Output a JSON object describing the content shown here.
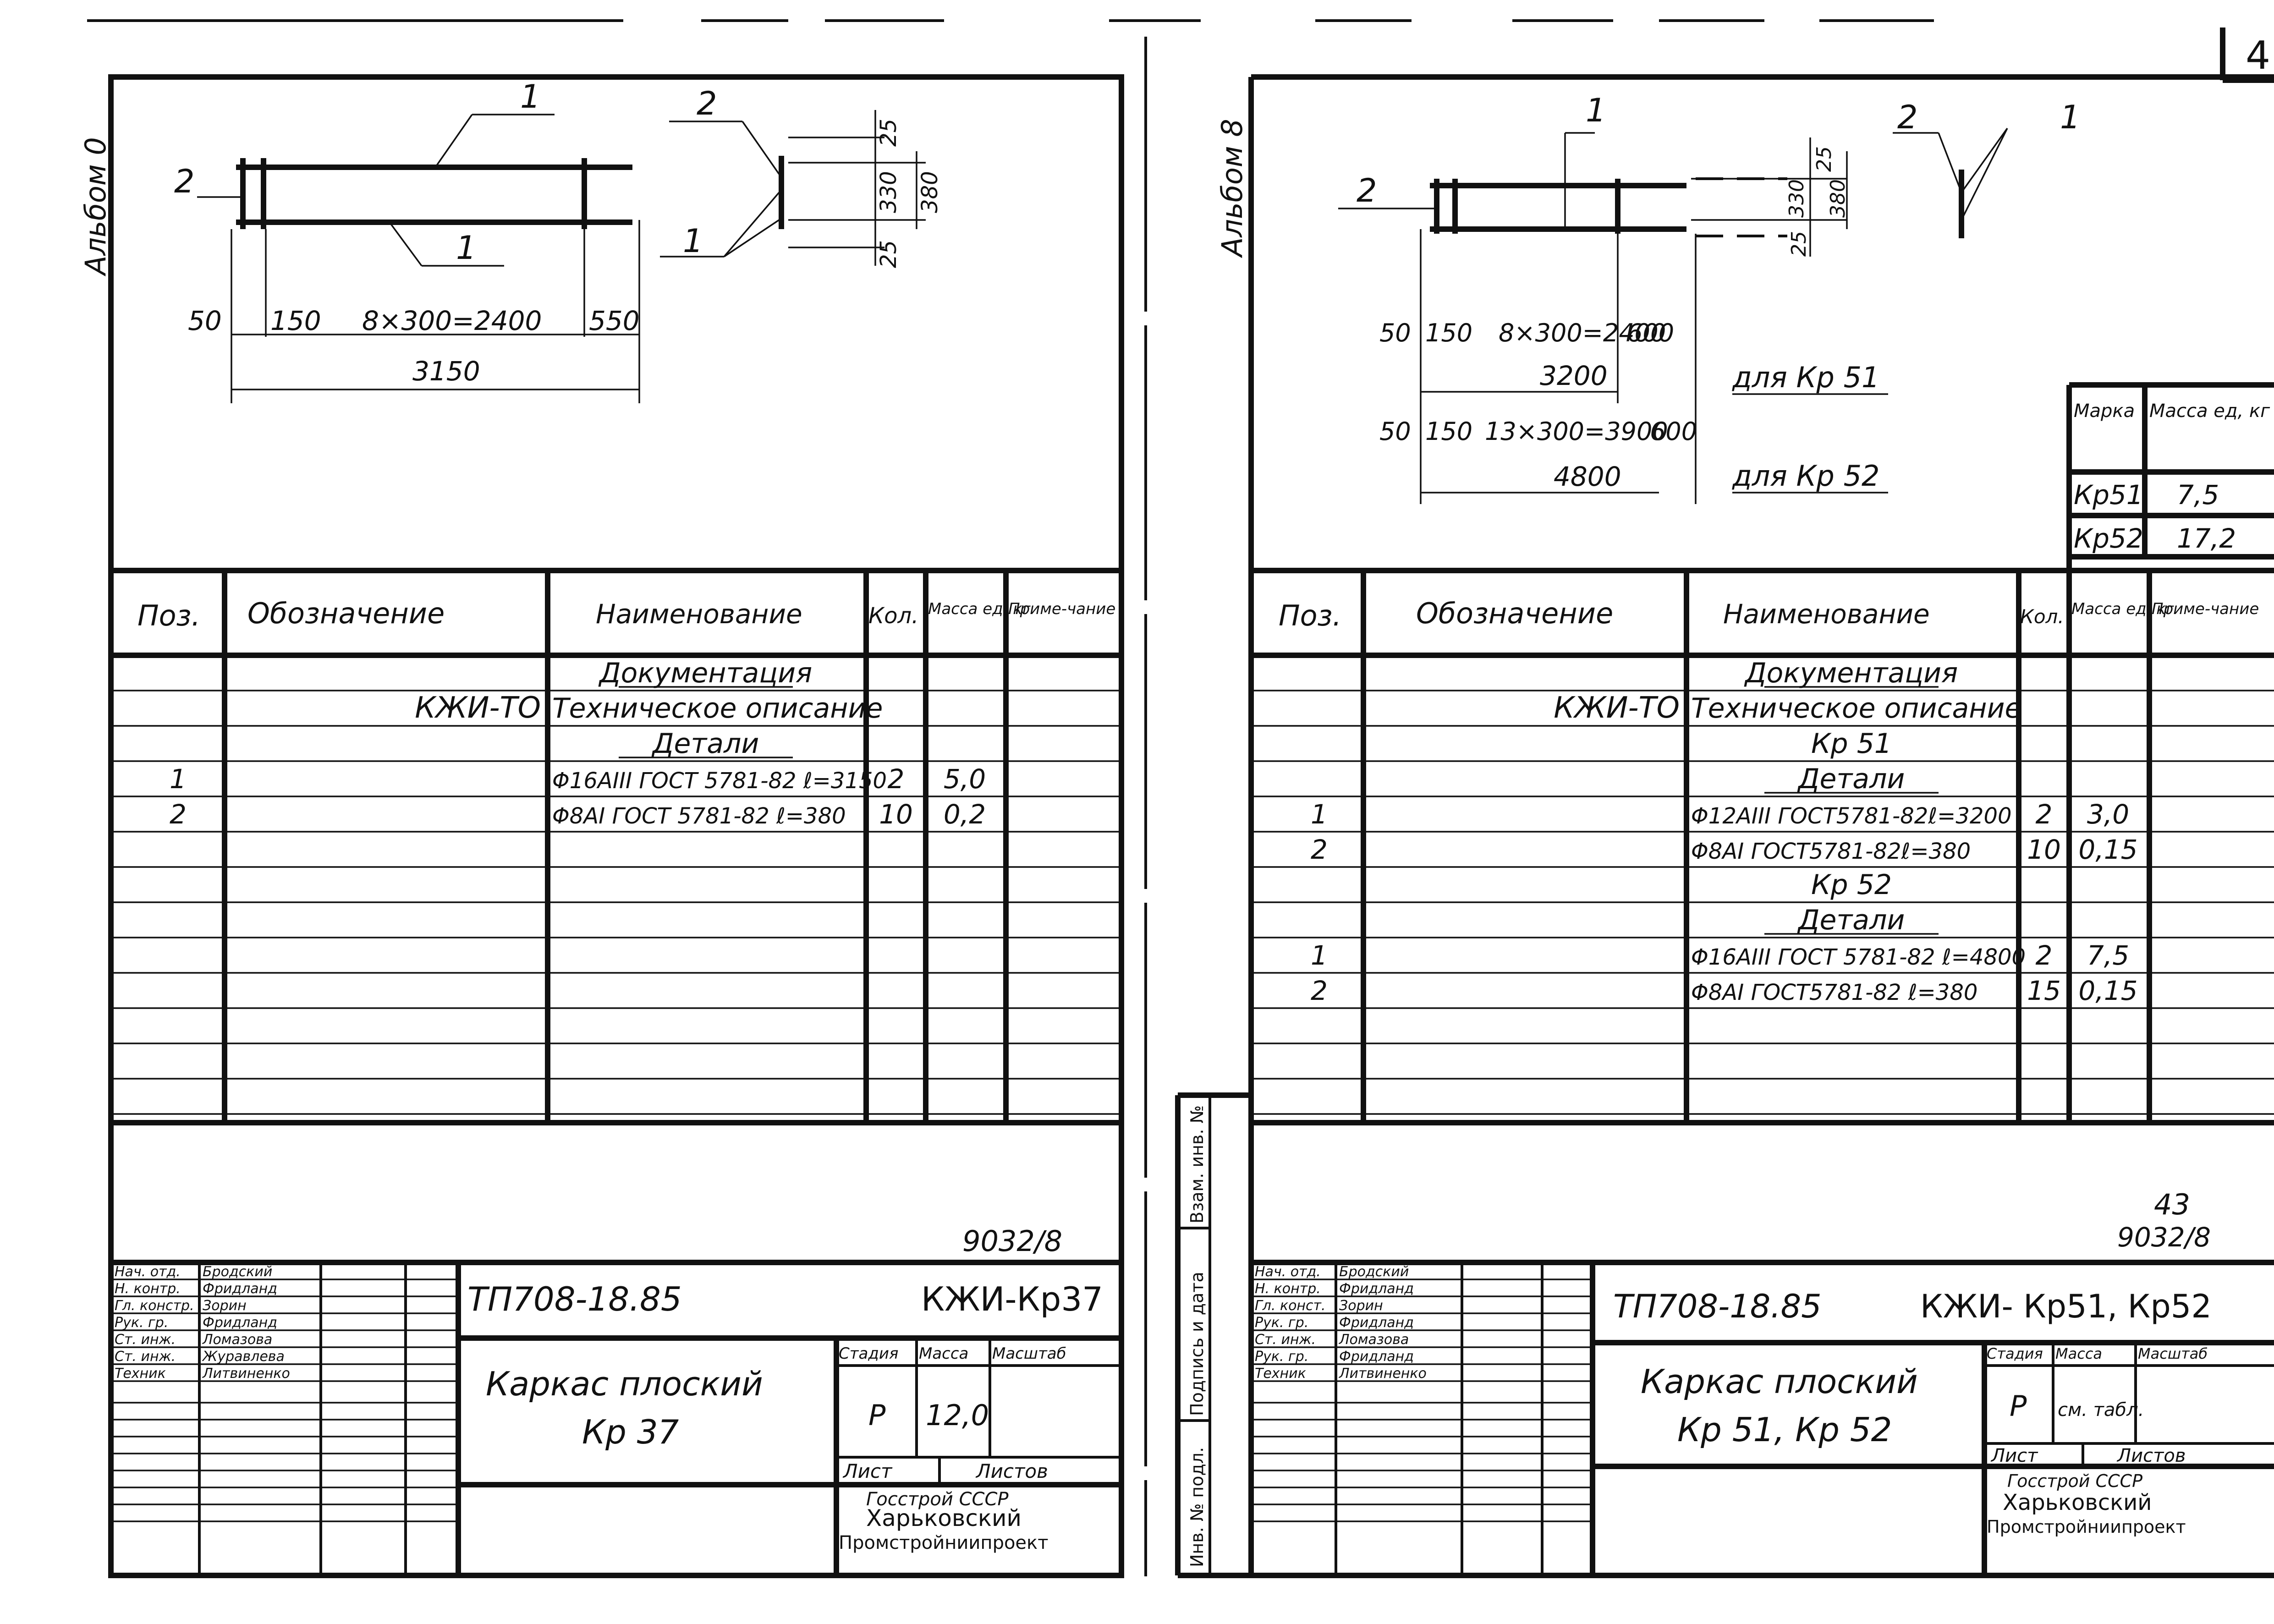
{
  "page_number": "4",
  "left": {
    "album_label": "Альбом 0",
    "drawing": {
      "callout_1": "1",
      "callout_2": "2",
      "dim_50": "50",
      "dim_150": "150",
      "dim_spacing": "8×300=2400",
      "dim_550": "550",
      "dim_total": "3150",
      "section_dim_25a": "25",
      "section_dim_330": "330",
      "section_dim_380": "380",
      "section_dim_25b": "25"
    },
    "spec": {
      "headers": {
        "pos": "Поз.",
        "designation": "Обозначение",
        "name": "Наименование",
        "qty": "Кол.",
        "mass": "Масса ед, кг",
        "note": "Приме-чание"
      },
      "rows": [
        {
          "pos": "",
          "designation": "",
          "name": "Документация",
          "qty": "",
          "mass": "",
          "note": ""
        },
        {
          "pos": "",
          "designation": "КЖИ-ТО",
          "name": "Техническое описание",
          "qty": "",
          "mass": "",
          "note": ""
        },
        {
          "pos": "",
          "designation": "",
          "name": "Детали",
          "qty": "",
          "mass": "",
          "note": ""
        },
        {
          "pos": "1",
          "designation": "",
          "name": "Φ16AIII ГОСТ 5781-82 ℓ=3150",
          "qty": "2",
          "mass": "5,0",
          "note": ""
        },
        {
          "pos": "2",
          "designation": "",
          "name": "Φ8AI ГОСТ 5781-82 ℓ=380",
          "qty": "10",
          "mass": "0,2",
          "note": ""
        }
      ]
    },
    "inv_code": "9032/8",
    "title_block": {
      "roles": [
        "Нач. отд.",
        "Н. контр.",
        "Гл. констр.",
        "Рук. гр.",
        "Ст. инж.",
        "Ст. инж.",
        "Техник"
      ],
      "names": [
        "Бродский",
        "Фридланд",
        "Зорин",
        "Фридланд",
        "Ломазова",
        "Журавлева",
        "Литвиненко"
      ],
      "project": "ТП708-18.85",
      "code": "КЖИ-Кр37",
      "title_line1": "Каркас плоский",
      "title_line2": "Кр 37",
      "stage_label": "Стадия",
      "mass_label": "Масса",
      "scale_label": "Масштаб",
      "stage": "Р",
      "mass": "12,0",
      "sheet_label": "Лист",
      "sheets_label": "Листов",
      "org1": "Госстрой СССР",
      "org2": "Харьковский",
      "org3": "Промстройниипроект"
    }
  },
  "right": {
    "album_label": "Альбом 8",
    "drawing": {
      "callout_1": "1",
      "callout_2": "2",
      "callout_1b": "1",
      "callout_2b": "2",
      "dim_50": "50",
      "dim_150": "150",
      "dim_spacing_51": "8×300=2400",
      "dim_600a": "600",
      "dim_total_51": "3200",
      "label_51": "для Кр 51",
      "dim_spacing_52": "13×300=3900",
      "dim_600b": "600",
      "dim_total_52": "4800",
      "label_52": "для Кр 52",
      "dim_25": "25",
      "dim_330": "330",
      "dim_380": "380",
      "dim_25b": "25"
    },
    "mass_table": {
      "header_mark": "Марка",
      "header_mass": "Масса ед, кг",
      "rows": [
        {
          "mark": "Кр51",
          "mass": "7,5"
        },
        {
          "mark": "Кр52",
          "mass": "17,2"
        }
      ]
    },
    "spec": {
      "headers": {
        "pos": "Поз.",
        "designation": "Обозначение",
        "name": "Наименование",
        "qty": "Кол.",
        "mass": "Масса ед, кг",
        "note": "Приме-чание"
      },
      "rows": [
        {
          "pos": "",
          "designation": "",
          "name": "Документация",
          "qty": "",
          "mass": ""
        },
        {
          "pos": "",
          "designation": "КЖИ-ТО",
          "name": "Техническое описание",
          "qty": "",
          "mass": ""
        },
        {
          "pos": "",
          "designation": "",
          "name": "Кр 51",
          "qty": "",
          "mass": ""
        },
        {
          "pos": "",
          "designation": "",
          "name": "Детали",
          "qty": "",
          "mass": ""
        },
        {
          "pos": "1",
          "designation": "",
          "name": "Φ12AIII ГОСТ5781-82ℓ=3200",
          "qty": "2",
          "mass": "3,0"
        },
        {
          "pos": "2",
          "designation": "",
          "name": "Φ8AI ГОСТ5781-82ℓ=380",
          "qty": "10",
          "mass": "0,15"
        },
        {
          "pos": "",
          "designation": "",
          "name": "Кр 52",
          "qty": "",
          "mass": ""
        },
        {
          "pos": "",
          "designation": "",
          "name": "Детали",
          "qty": "",
          "mass": ""
        },
        {
          "pos": "1",
          "designation": "",
          "name": "Φ16AIII ГОСТ 5781-82 ℓ=4800",
          "qty": "2",
          "mass": "7,5"
        },
        {
          "pos": "2",
          "designation": "",
          "name": "Φ8AI ГОСТ5781-82 ℓ=380",
          "qty": "15",
          "mass": "0,15"
        }
      ]
    },
    "side_stamp": [
      "Взам. инв. №",
      "Подпись и дата",
      "Инв. № подл."
    ],
    "sheet_no": "43",
    "inv_code": "9032/8",
    "title_block": {
      "roles": [
        "Нач. отд.",
        "Н. контр.",
        "Гл. конст.",
        "Рук. гр.",
        "Ст. инж.",
        "Рук. гр.",
        "Техник"
      ],
      "names": [
        "Бродский",
        "Фридланд",
        "Зорин",
        "Фридланд",
        "Ломазова",
        "Фридланд",
        "Литвиненко"
      ],
      "project": "ТП708-18.85",
      "code": "КЖИ- Кр51, Кр52",
      "title_line1": "Каркас плоский",
      "title_line2": "Кр 51, Кр 52",
      "stage_label": "Стадия",
      "mass_label": "Масса",
      "scale_label": "Масштаб",
      "stage": "Р",
      "mass": "см. табл.",
      "sheet_label": "Лист",
      "sheets_label": "Листов",
      "org1": "Госстрой СССР",
      "org2": "Харьковский",
      "org3": "Промстройниипроект"
    }
  }
}
